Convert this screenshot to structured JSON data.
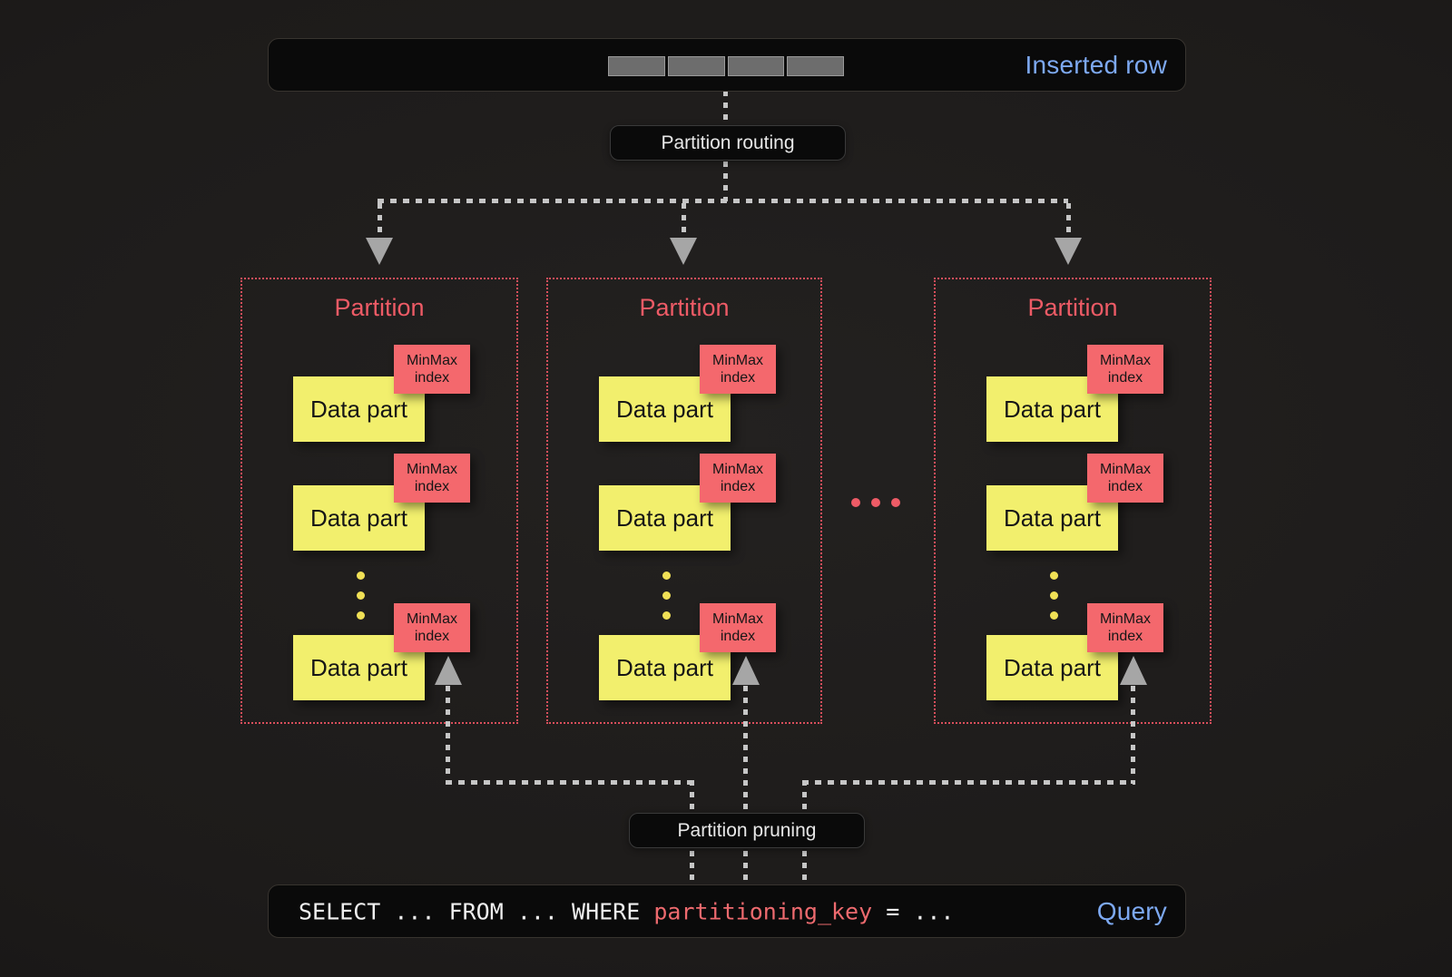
{
  "colors": {
    "accent_blue": "#7da9f2",
    "accent_red": "#ee5b66",
    "minmax_bg": "#f4686d",
    "datapart_bg": "#f2ef6d",
    "panel_bg": "#0a0a0a",
    "connector": "#c6c6c6",
    "arrow": "#a6a6a6"
  },
  "inserted_row_bar": {
    "label": "Inserted row",
    "segment_count": 4
  },
  "routing_label": "Partition routing",
  "pruning_label": "Partition pruning",
  "between_partitions_ellipsis": "...",
  "partitions": [
    {
      "title": "Partition",
      "parts": [
        {
          "label": "Data part",
          "index_line1": "MinMax",
          "index_line2": "index"
        },
        {
          "label": "Data part",
          "index_line1": "MinMax",
          "index_line2": "index"
        },
        {
          "label": "Data part",
          "index_line1": "MinMax",
          "index_line2": "index"
        }
      ]
    },
    {
      "title": "Partition",
      "parts": [
        {
          "label": "Data part",
          "index_line1": "MinMax",
          "index_line2": "index"
        },
        {
          "label": "Data part",
          "index_line1": "MinMax",
          "index_line2": "index"
        },
        {
          "label": "Data part",
          "index_line1": "MinMax",
          "index_line2": "index"
        }
      ]
    },
    {
      "title": "Partition",
      "parts": [
        {
          "label": "Data part",
          "index_line1": "MinMax",
          "index_line2": "index"
        },
        {
          "label": "Data part",
          "index_line1": "MinMax",
          "index_line2": "index"
        },
        {
          "label": "Data part",
          "index_line1": "MinMax",
          "index_line2": "index"
        }
      ]
    }
  ],
  "query_bar": {
    "code_prefix": "SELECT ... FROM ... WHERE ",
    "code_key": "partitioning_key",
    "code_suffix": " = ...",
    "label": "Query"
  }
}
